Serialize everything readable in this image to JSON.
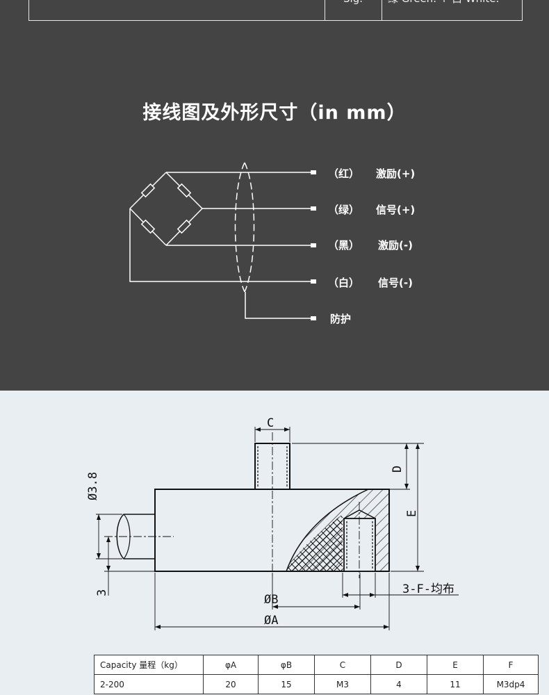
{
  "top_table": {
    "col2": "Sig.",
    "col3": "绿 Green. + 白 White."
  },
  "title": "接线图及外形尺寸（in mm）",
  "wires": [
    {
      "color": "（红）",
      "function": "激励(+)"
    },
    {
      "color": "（绿）",
      "function": "信号(+)"
    },
    {
      "color": "（黑）",
      "function": "激励(-)"
    },
    {
      "color": "（白）",
      "function": "信号(-)"
    },
    {
      "color": "",
      "function": "防护"
    }
  ],
  "drawing_labels": {
    "c": "C",
    "d": "D",
    "e": "E",
    "dia38": "Ø3.8",
    "three": "3",
    "thread": "3-F-均布",
    "phiB": "ØB",
    "phiA": "ØA"
  },
  "spec_table": {
    "headers": [
      "Capacity 量程（kg）",
      "φA",
      "φB",
      "C",
      "D",
      "E",
      "F"
    ],
    "rows": [
      [
        "2-200",
        "20",
        "15",
        "M3",
        "4",
        "11",
        "M3dp4"
      ]
    ]
  },
  "colors": {
    "dark_bg": "#444444",
    "light_bg": "#e9eef3"
  }
}
